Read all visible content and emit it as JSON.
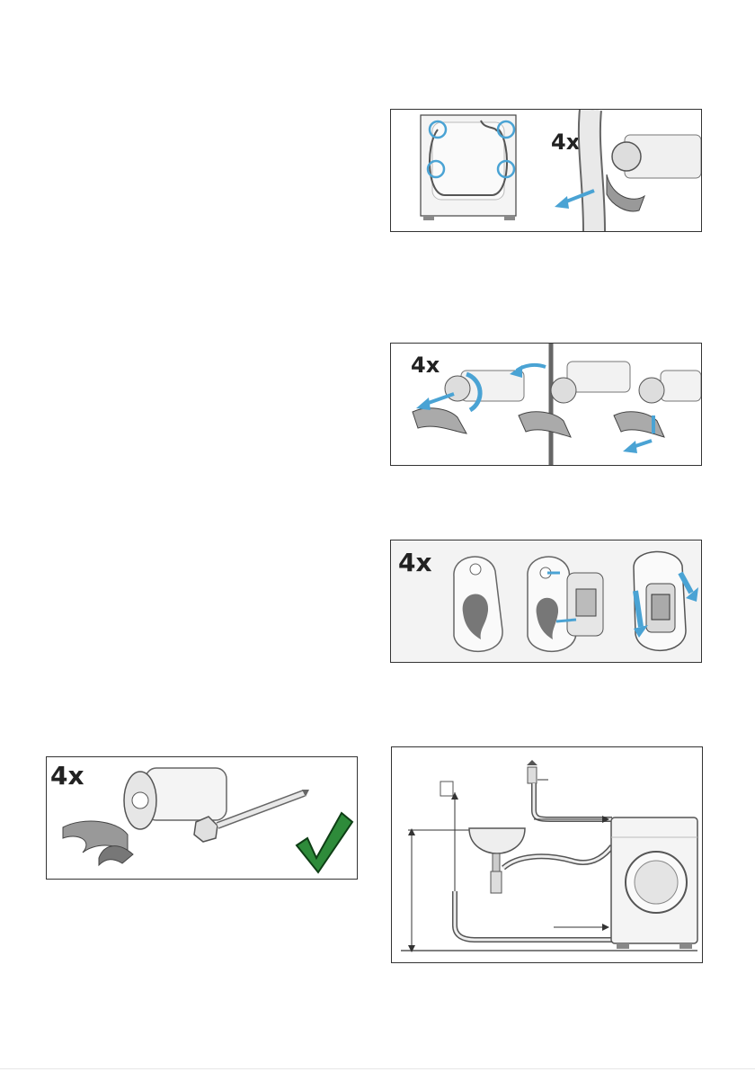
{
  "figures": {
    "hose_removal": {
      "count_label": "4x"
    },
    "transport_bolts": {
      "count_label": "4x"
    },
    "cover_caps": {
      "count_label": "4x"
    },
    "accessory_kit": {
      "count_label": "4x"
    },
    "connection_overview": {}
  },
  "colors": {
    "accent_blue": "#4aa3d4",
    "check_green": "#2e8b3a",
    "outline": "#333333"
  }
}
